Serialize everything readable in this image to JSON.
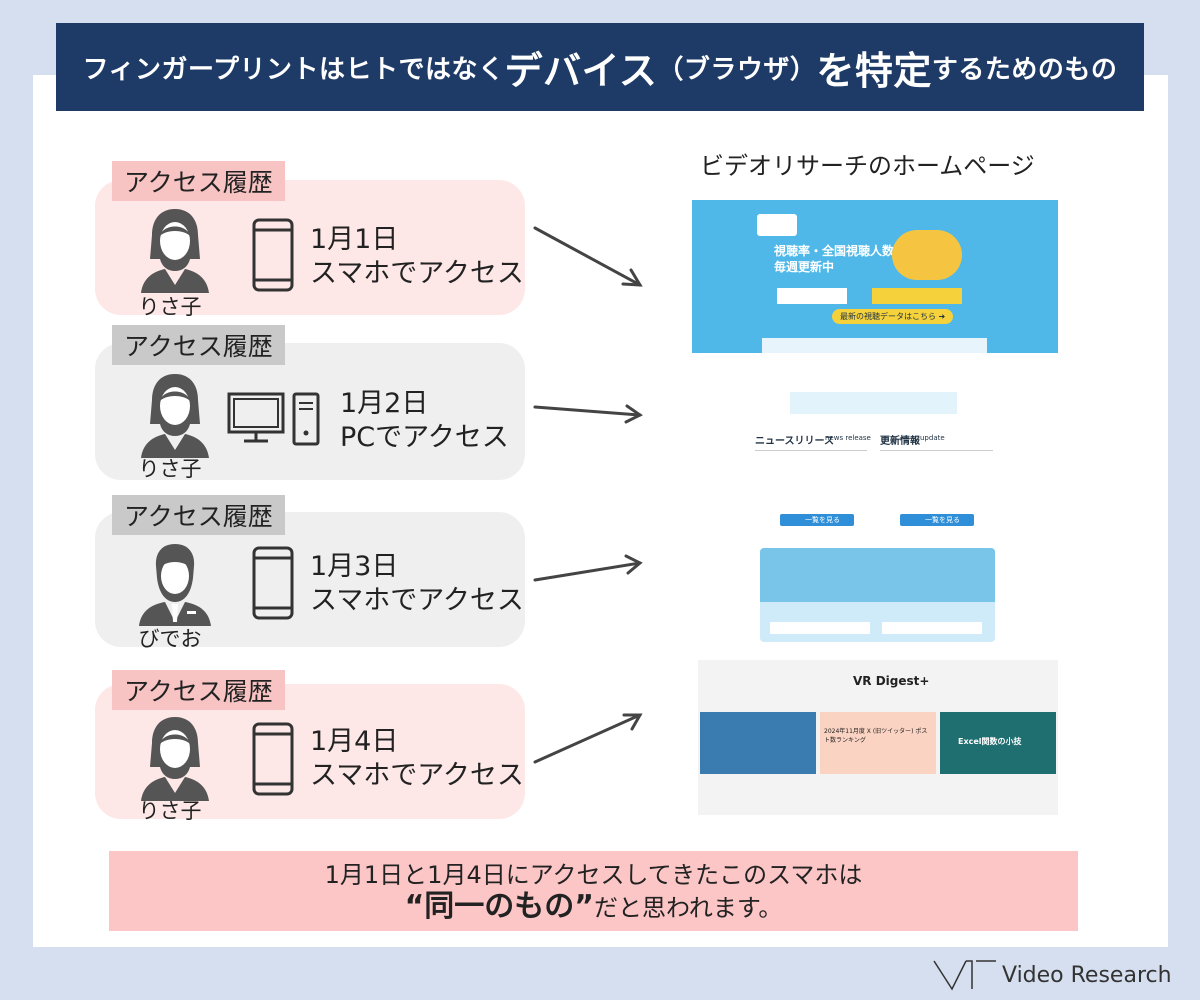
{
  "title": {
    "part1": "フィンガープリントはヒトではなく",
    "part2": "デバイス",
    "part3": "（ブラウザ）",
    "part4": "を特定",
    "part5": "するためのもの"
  },
  "rows": [
    {
      "tag": "アクセス履歴",
      "user": "りさ子",
      "date": "1月1日",
      "action": "スマホでアクセス"
    },
    {
      "tag": "アクセス履歴",
      "user": "りさ子",
      "date": "1月2日",
      "action": "PCでアクセス"
    },
    {
      "tag": "アクセス履歴",
      "user": "びでお",
      "date": "1月3日",
      "action": "スマホでアクセス"
    },
    {
      "tag": "アクセス履歴",
      "user": "りさ子",
      "date": "1月4日",
      "action": "スマホでアクセス"
    }
  ],
  "homepage": {
    "title": "ビデオリサーチのホームページ",
    "hero_line1": "視聴率・全国視聴人数",
    "hero_line2": "毎週更新中",
    "hero_button": "最新の視聴データはこちら ➜",
    "news_title": "ニュースリリース",
    "news_sub": "news release",
    "update_title": "更新情報",
    "update_sub": "update",
    "more_label": "一覧を見る",
    "digest_logo": "VR Digest+",
    "digest_card1": "2024年11月度 X (旧ツイッター) ポスト数ランキング",
    "digest_card2": "Excel関数の小技"
  },
  "conclusion": {
    "line1": "1月1日と1月4日にアクセスしてきたこのスマホは",
    "quote": "“同一のもの”",
    "line2_rest": "だと思われます。"
  },
  "logo": {
    "text": "Video Research"
  },
  "colors": {
    "banner": "#1e3a66",
    "pink": "#fde7e7",
    "gray": "#efefef",
    "conclusion": "#fcc6c6"
  }
}
